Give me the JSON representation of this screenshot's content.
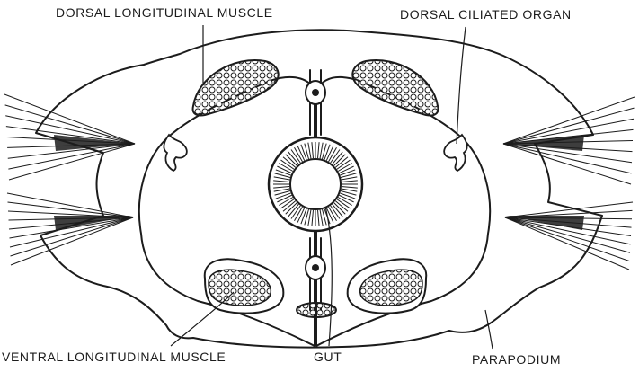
{
  "labels": {
    "dorsal_longitudinal_muscle": "DORSAL LONGITUDINAL  MUSCLE",
    "dorsal_ciliated_organ": "DORSAL CILIATED ORGAN",
    "ventral_longitudinal_muscle": "VENTRAL LONGITUDINAL MUSCLE",
    "gut": "GUT",
    "parapodium": "PARAPODIUM"
  },
  "colors": {
    "ink": "#1c1c1c",
    "background": "#ffffff"
  }
}
